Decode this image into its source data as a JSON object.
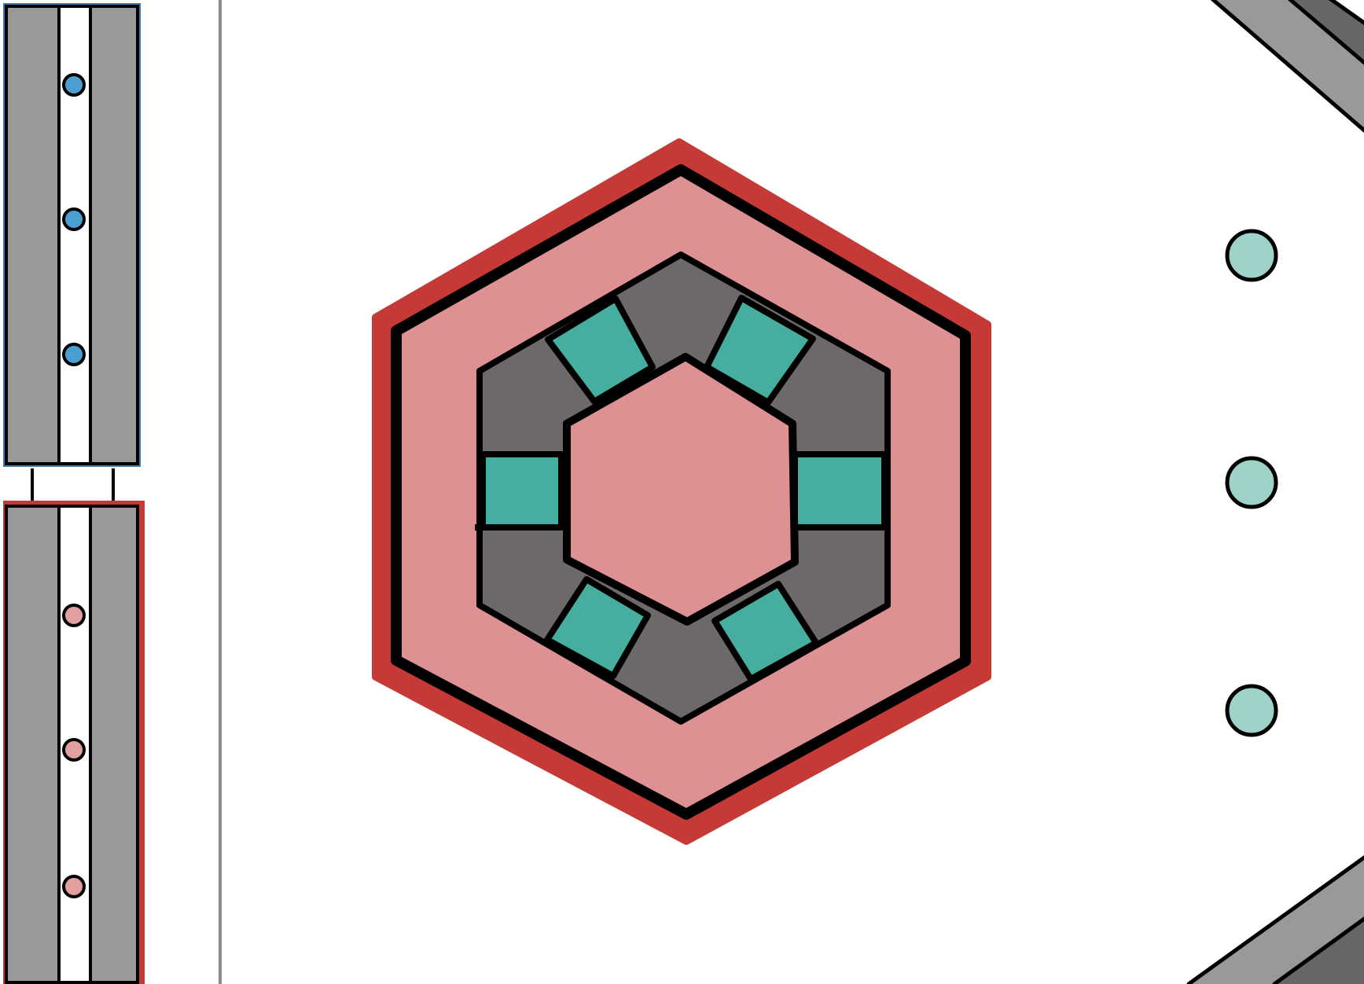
{
  "colors": {
    "background": "#ffffff",
    "column_gray": "#999999",
    "column_channel": "#ffffff",
    "blue_frame": "#3a78b0",
    "blue_dot": "#4a9fd0",
    "red_frame": "#c53a36",
    "pink_dot": "#e29f9f",
    "divider": "#8c8c8c",
    "hex_outer_border": "#c53a36",
    "hex_fill": "#dd9192",
    "ring_fill": "#6d6968",
    "teal_block": "#45ae9f",
    "side_dot": "#9fd3c9",
    "outline": "#000000",
    "bar_light": "#999999",
    "bar_dark": "#666666"
  },
  "elements": {
    "top_column": {
      "frame": "blue",
      "dot_count": 3
    },
    "bottom_column": {
      "frame": "red",
      "dot_count": 3
    },
    "hexagon": {
      "layers": [
        "outer-frame",
        "pink-band",
        "gray-ring",
        "inner-core"
      ],
      "teal_block_count": 6
    },
    "side_dots": {
      "count": 3
    },
    "corner_bars": [
      "top-right",
      "bottom-right"
    ]
  }
}
